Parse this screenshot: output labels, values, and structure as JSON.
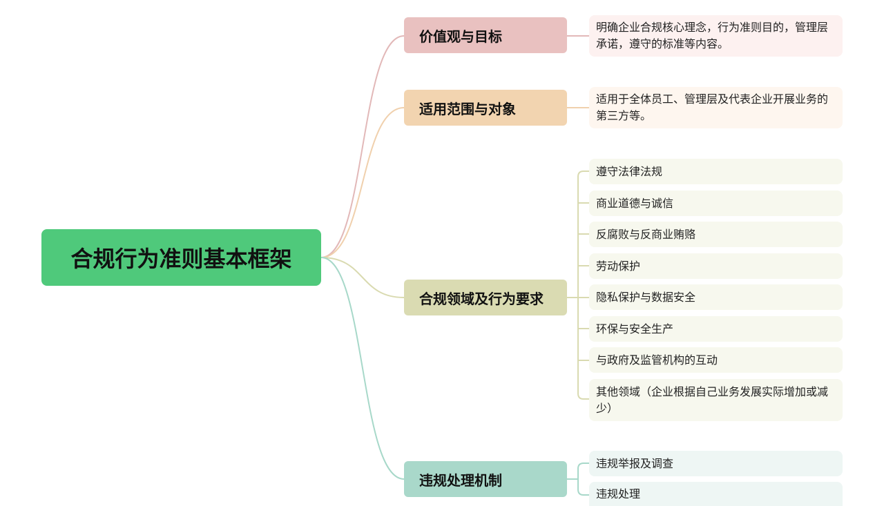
{
  "root": {
    "label": "合规行为准则基本框架"
  },
  "branches": [
    {
      "label": "价值观与目标",
      "leaves": [
        "明确企业合规核心理念，行为准则目的，管理层承诺，遵守的标准等内容。"
      ]
    },
    {
      "label": "适用范围与对象",
      "leaves": [
        "适用于全体员工、管理层及代表企业开展业务的第三方等。"
      ]
    },
    {
      "label": "合规领域及行为要求",
      "leaves": [
        "遵守法律法规",
        "商业道德与诚信",
        "反腐败与反商业贿赂",
        "劳动保护",
        "隐私保护与数据安全",
        "环保与安全生产",
        "与政府及监管机构的互动",
        "其他领域（企业根据自己业务发展实际增加或减少）"
      ]
    },
    {
      "label": "违规处理机制",
      "leaves": [
        "违规举报及调查",
        "违规处理"
      ]
    }
  ],
  "colors": {
    "root": "#4fc97b",
    "branch_1": "#e9c1c0",
    "branch_2": "#f2d4b0",
    "branch_3": "#dadbb2",
    "branch_4": "#a9d8ca"
  }
}
